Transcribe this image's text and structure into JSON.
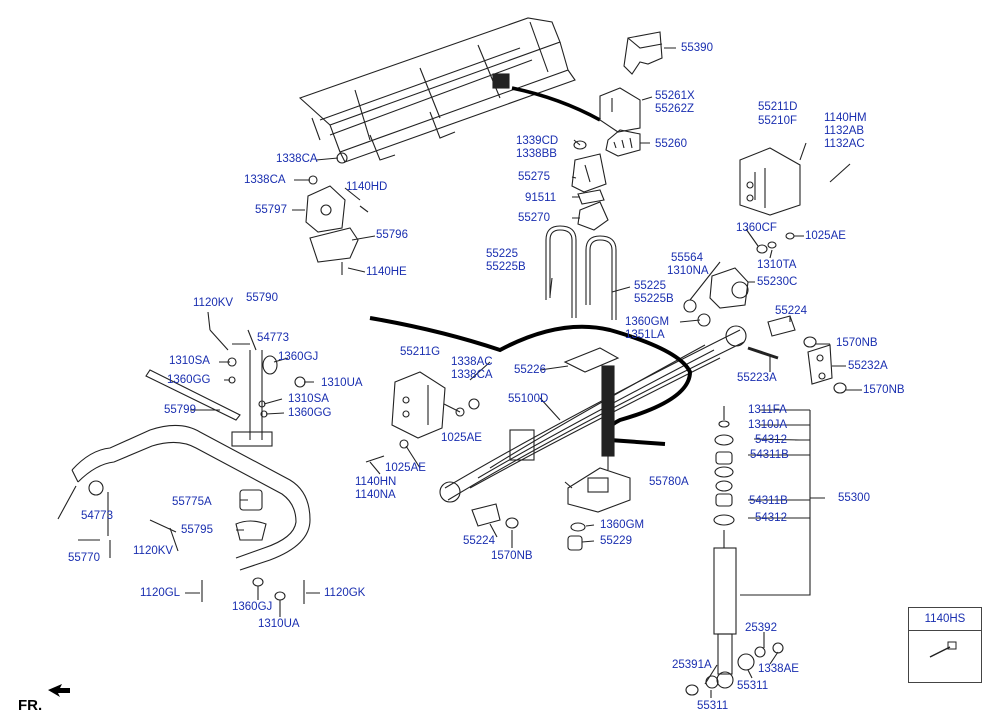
{
  "fr_label": "FR.",
  "hs_box_label": "1140HS",
  "callouts": {
    "c55390": "55390",
    "c55261x": "55261X",
    "c55262z": "55262Z",
    "c1339cd": "1339CD",
    "c1338bb": "1338BB",
    "c55260": "55260",
    "c55211d": "55211D",
    "c55210f": "55210F",
    "c1140hm": "1140HM",
    "c1132ab": "1132AB",
    "c1132ac": "1132AC",
    "c1338ca_a": "1338CA",
    "c1338ca_b": "1338CA",
    "c1140hd": "1140HD",
    "c55797": "55797",
    "c55796": "55796",
    "c1140he": "1140HE",
    "c55275": "55275",
    "c91511": "91511",
    "c55270": "55270",
    "c1360cf": "1360CF",
    "c1025ae_a": "1025AE",
    "c1310ta": "1310TA",
    "c55230c": "55230C",
    "c55225_a": "55225",
    "c55225b_a": "55225B",
    "c55225_b": "55225",
    "c55225b_b": "55225B",
    "c55564": "55564",
    "c1310na": "1310NA",
    "c1120kv_a": "1120KV",
    "c55790": "55790",
    "c54773_a": "54773",
    "c1310sa_a": "1310SA",
    "c1360gj_a": "1360GJ",
    "c1360gg_a": "1360GG",
    "c1310ua_a": "1310UA",
    "c55799": "55799",
    "c1310sa_b": "1310SA",
    "c1360gg_b": "1360GG",
    "c55211g": "55211G",
    "c1338ac": "1338AC",
    "c1338ca_c": "1338CA",
    "c1360gm_a": "1360GM",
    "c1351la": "1351LA",
    "c55224_a": "55224",
    "c1570nb_a": "1570NB",
    "c55226": "55226",
    "c55232a": "55232A",
    "c55223a": "55223A",
    "c1570nb_b": "1570NB",
    "c55100d": "55100D",
    "c1311fa": "1311FA",
    "c1310ja": "1310JA",
    "c1025ae_b": "1025AE",
    "c54312_a": "54312",
    "c54311b_a": "54311B",
    "c55300": "55300",
    "c1025ae_c": "1025AE",
    "c1140hn": "1140HN",
    "c1140na": "1140NA",
    "c55780a": "55780A",
    "c54311b_b": "54311B",
    "c54312_b": "54312",
    "c54773_b": "54773",
    "c55775a": "55775A",
    "c55795": "55795",
    "c1120kv_b": "1120KV",
    "c55770": "55770",
    "c55224_b": "55224",
    "c1570nb_c": "1570NB",
    "c1360gm_b": "1360GM",
    "c55229": "55229",
    "c1120gl": "1120GL",
    "c1360gj_b": "1360GJ",
    "c1120gk": "1120GK",
    "c1310ua_b": "1310UA",
    "c25392": "25392",
    "c25391a": "25391A",
    "c1338ae": "1338AE",
    "c55311_a": "55311",
    "c55311_b": "55311"
  },
  "colors": {
    "callout_text": "#1a2fb0",
    "line": "#222222",
    "part_fill": "#ffffff"
  }
}
